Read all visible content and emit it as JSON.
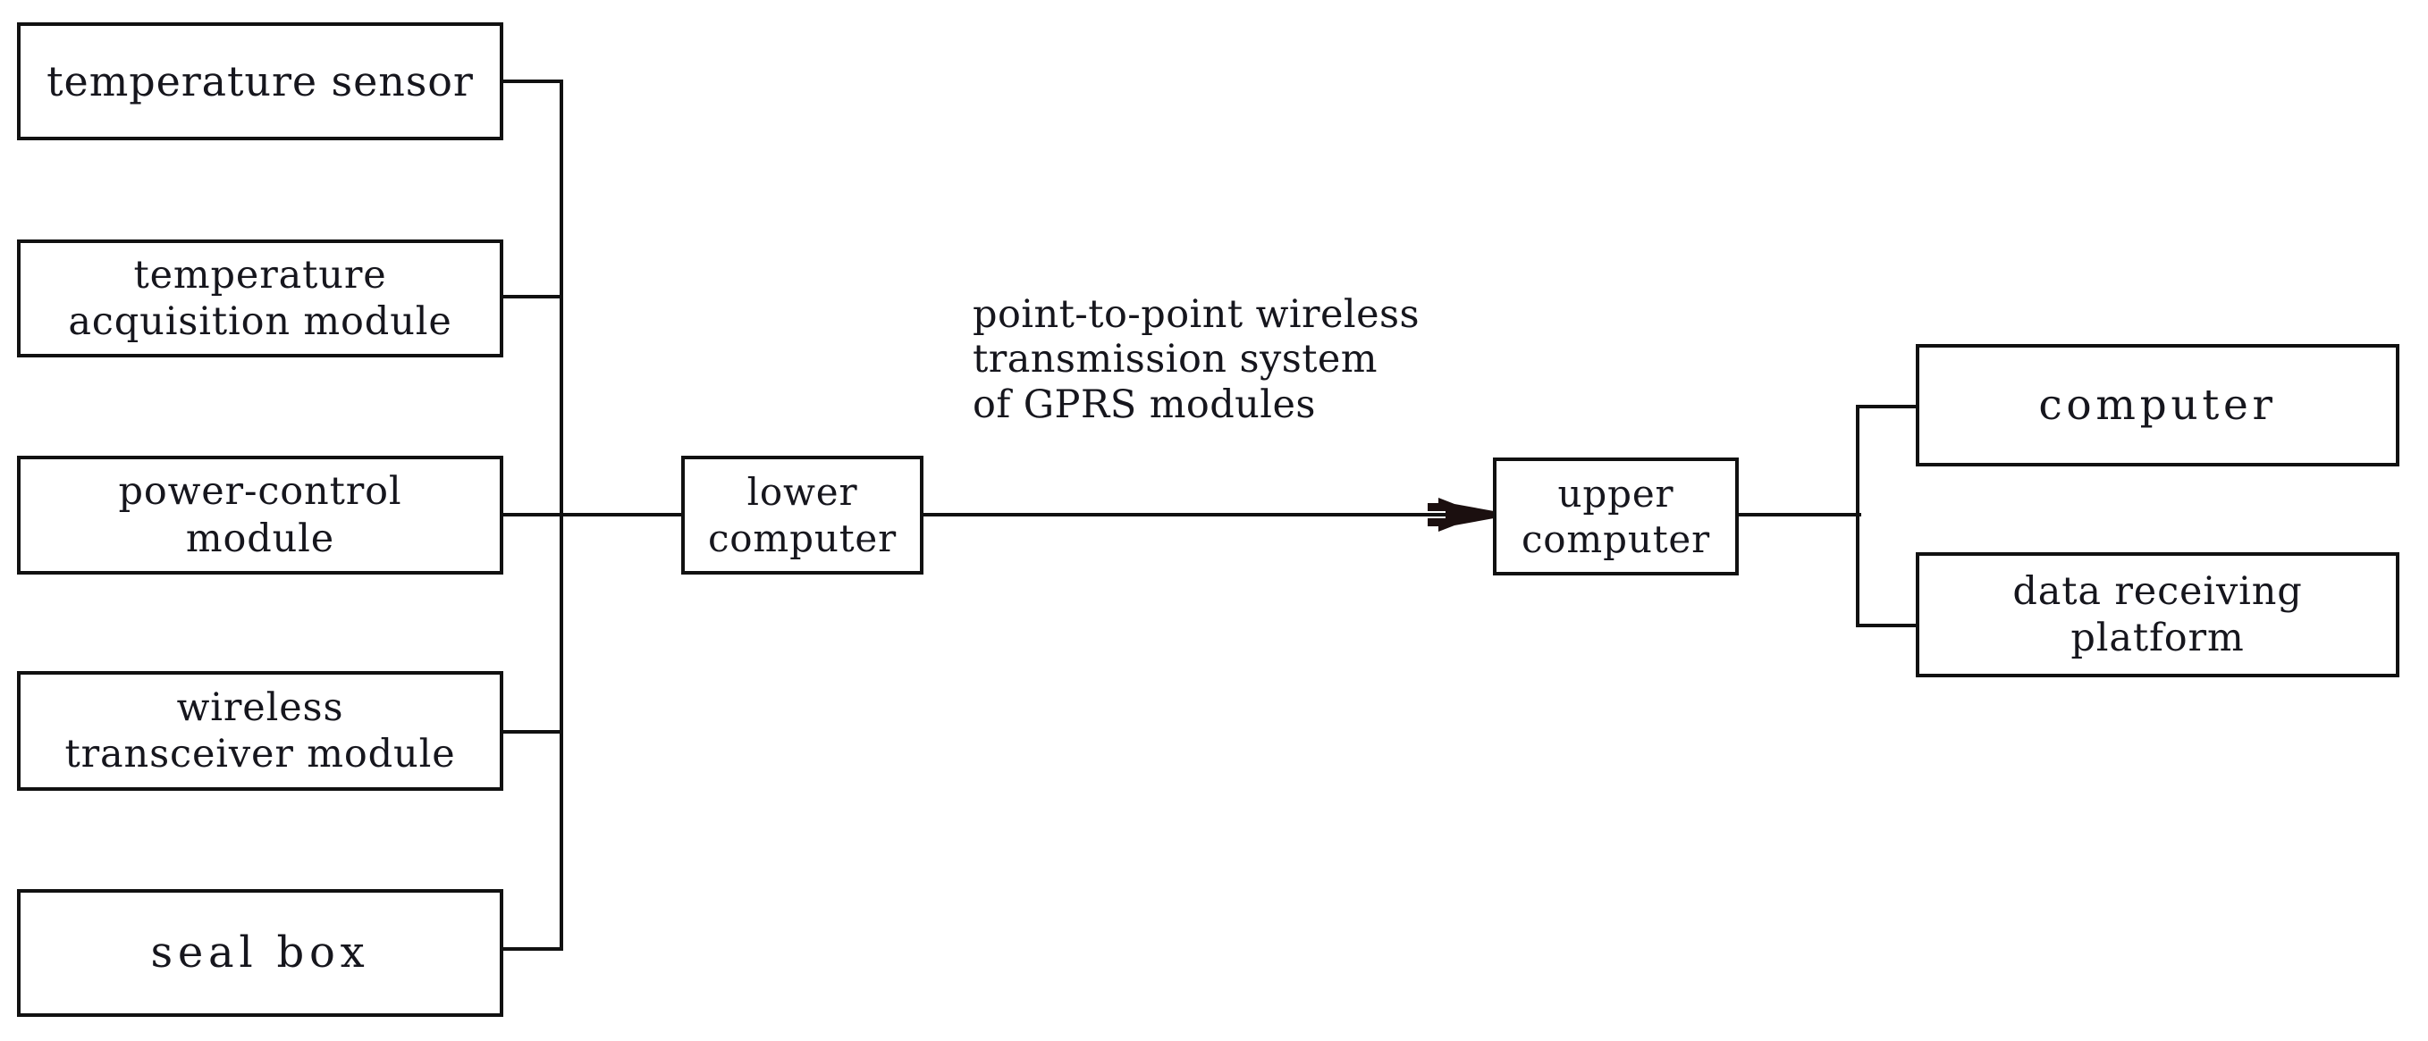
{
  "diagram": {
    "type": "block-diagram",
    "background_color": "#ffffff",
    "line_color": "#111111",
    "text_color": "#16161d",
    "left_stack": [
      {
        "id": "temperature-sensor",
        "label": "temperature  sensor"
      },
      {
        "id": "temperature-acquisition-module",
        "label": "temperature\nacquisition  module"
      },
      {
        "id": "power-control-module",
        "label": "power-control\nmodule"
      },
      {
        "id": "wireless-transceiver-module",
        "label": "wireless\ntransceiver  module"
      },
      {
        "id": "seal-box",
        "label": "seal box"
      }
    ],
    "middle": [
      {
        "id": "lower-computer",
        "label": "lower\ncomputer"
      },
      {
        "id": "upper-computer",
        "label": "upper\ncomputer"
      }
    ],
    "right_stack": [
      {
        "id": "computer",
        "label": "computer"
      },
      {
        "id": "data-receiving-platform",
        "label": "data receiving\nplatform"
      }
    ],
    "link_caption": "point-to-point wireless\ntransmission system\nof GPRS modules",
    "arrow": {
      "id": "transmission-arrow",
      "direction": "right",
      "from": "lower-computer",
      "to": "upper-computer",
      "style": "solid-filled-head"
    },
    "edges": [
      {
        "from": "temperature-sensor",
        "to": "lower-computer"
      },
      {
        "from": "temperature-acquisition-module",
        "to": "lower-computer"
      },
      {
        "from": "power-control-module",
        "to": "lower-computer"
      },
      {
        "from": "wireless-transceiver-module",
        "to": "lower-computer"
      },
      {
        "from": "seal-box",
        "to": "lower-computer"
      },
      {
        "from": "lower-computer",
        "to": "upper-computer"
      },
      {
        "from": "upper-computer",
        "to": "computer"
      },
      {
        "from": "upper-computer",
        "to": "data-receiving-platform"
      }
    ]
  }
}
